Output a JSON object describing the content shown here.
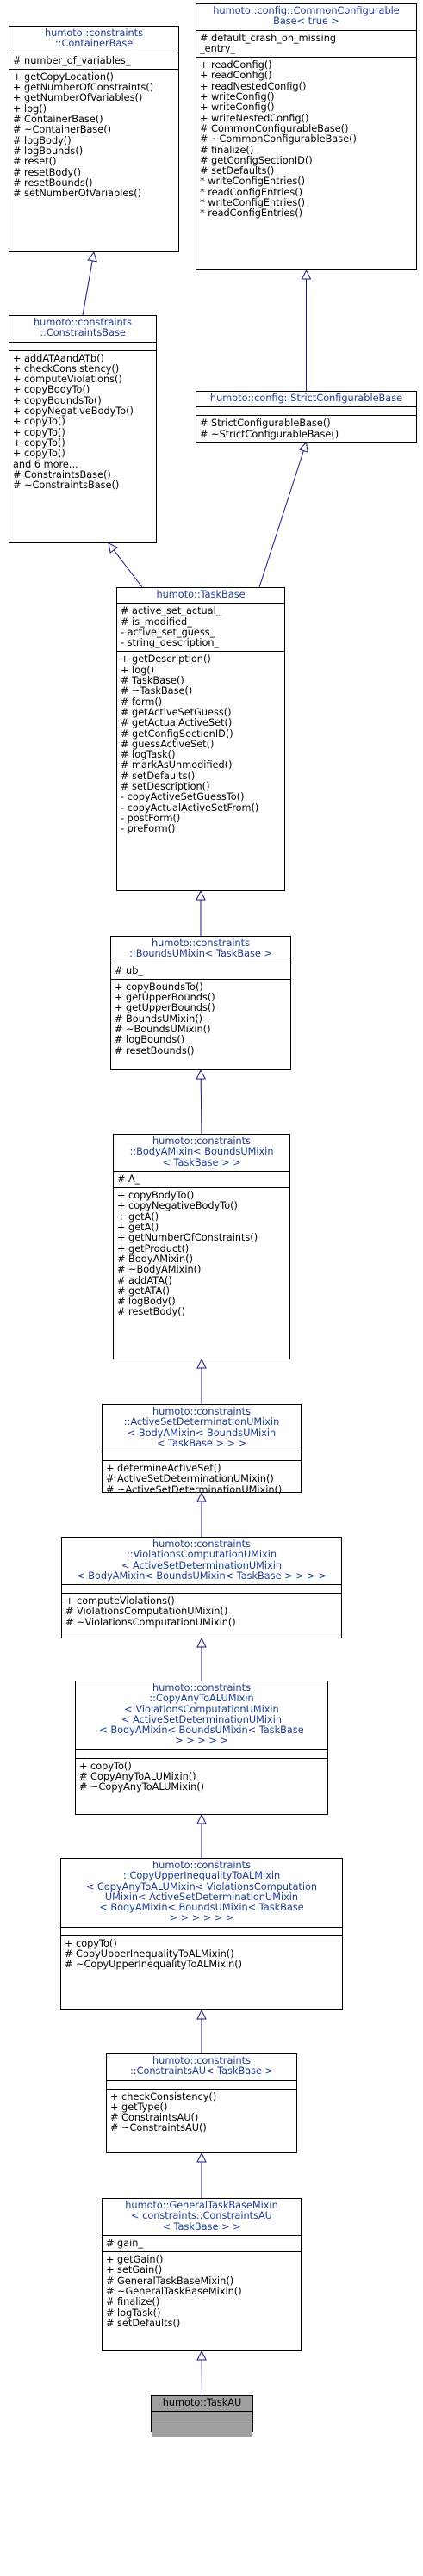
{
  "diagram": {
    "link_color": "#19198a",
    "current_fill": "#9f9f9f",
    "nodes": [
      {
        "id": "container_base",
        "title": [
          "humoto::constraints",
          "::ContainerBase"
        ],
        "sections": [
          [
            "# number_of_variables_"
          ],
          [
            "+ getCopyLocation()",
            "+ getNumberOfConstraints()",
            "+ getNumberOfVariables()",
            "+ log()",
            "# ContainerBase()",
            "# ~ContainerBase()",
            "# logBody()",
            "# logBounds()",
            "# reset()",
            "# resetBody()",
            "# resetBounds()",
            "# setNumberOfVariables()"
          ]
        ]
      },
      {
        "id": "common_configurable_base",
        "title": [
          "humoto::config::CommonConfigurable",
          "Base< true >"
        ],
        "sections": [
          [
            "# default_crash_on_missing",
            "_entry_"
          ],
          [
            "+ readConfig()",
            "+ readConfig()",
            "+ readNestedConfig()",
            "+ writeConfig()",
            "+ writeConfig()",
            "+ writeNestedConfig()",
            "# CommonConfigurableBase()",
            "# ~CommonConfigurableBase()",
            "# finalize()",
            "# getConfigSectionID()",
            "# setDefaults()",
            "* writeConfigEntries()",
            "* readConfigEntries()",
            "* writeConfigEntries()",
            "* readConfigEntries()"
          ]
        ]
      },
      {
        "id": "constraints_base",
        "title": [
          "humoto::constraints",
          "::ConstraintsBase"
        ],
        "sections": [
          [],
          [
            "+ addATAandATb()",
            "+ checkConsistency()",
            "+ computeViolations()",
            "+ copyBodyTo()",
            "+ copyBoundsTo()",
            "+ copyNegativeBodyTo()",
            "+ copyTo()",
            "+ copyTo()",
            "+ copyTo()",
            "+ copyTo()",
            "and 6 more...",
            "# ConstraintsBase()",
            "# ~ConstraintsBase()"
          ]
        ]
      },
      {
        "id": "strict_configurable_base",
        "title": [
          "humoto::config::StrictConfigurableBase"
        ],
        "sections": [
          [],
          [
            "# StrictConfigurableBase()",
            "# ~StrictConfigurableBase()"
          ]
        ]
      },
      {
        "id": "task_base",
        "title": [
          "humoto::TaskBase"
        ],
        "sections": [
          [
            "# active_set_actual_",
            "# is_modified_",
            "- active_set_guess_",
            "- string_description_"
          ],
          [
            "+ getDescription()",
            "+ log()",
            "# TaskBase()",
            "# ~TaskBase()",
            "# form()",
            "# getActiveSetGuess()",
            "# getActualActiveSet()",
            "# getConfigSectionID()",
            "# guessActiveSet()",
            "# logTask()",
            "# markAsUnmodified()",
            "# setDefaults()",
            "# setDescription()",
            "- copyActiveSetGuessTo()",
            "- copyActualActiveSetFrom()",
            "- postForm()",
            "- preForm()"
          ]
        ]
      },
      {
        "id": "bounds_mixin",
        "title": [
          "humoto::constraints",
          "::BoundsUMixin< TaskBase >"
        ],
        "sections": [
          [
            "# ub_"
          ],
          [
            "+ copyBoundsTo()",
            "+ getUpperBounds()",
            "+ getUpperBounds()",
            "# BoundsUMixin()",
            "# ~BoundsUMixin()",
            "# logBounds()",
            "# resetBounds()"
          ]
        ]
      },
      {
        "id": "body_mixin",
        "title": [
          "humoto::constraints",
          "::BodyAMixin< BoundsUMixin",
          "< TaskBase > >"
        ],
        "sections": [
          [
            "# A_"
          ],
          [
            "+ copyBodyTo()",
            "+ copyNegativeBodyTo()",
            "+ getA()",
            "+ getA()",
            "+ getNumberOfConstraints()",
            "+ getProduct()",
            "# BodyAMixin()",
            "# ~BodyAMixin()",
            "# addATA()",
            "# getATA()",
            "# logBody()",
            "# resetBody()"
          ]
        ]
      },
      {
        "id": "active_set_mixin",
        "title": [
          "humoto::constraints",
          "::ActiveSetDeterminationUMixin",
          "< BodyAMixin< BoundsUMixin",
          "< TaskBase > > >"
        ],
        "sections": [
          [],
          [
            "+ determineActiveSet()",
            "# ActiveSetDeterminationUMixin()",
            "# ~ActiveSetDeterminationUMixin()"
          ]
        ]
      },
      {
        "id": "violations_mixin",
        "title": [
          "humoto::constraints",
          "::ViolationsComputationUMixin",
          "< ActiveSetDeterminationUMixin",
          "< BodyAMixin< BoundsUMixin< TaskBase > > > >"
        ],
        "sections": [
          [],
          [
            "+ computeViolations()",
            "# ViolationsComputationUMixin()",
            "# ~ViolationsComputationUMixin()"
          ]
        ]
      },
      {
        "id": "copy_any_mixin",
        "title": [
          "humoto::constraints",
          "::CopyAnyToALUMixin",
          "< ViolationsComputationUMixin",
          "< ActiveSetDeterminationUMixin",
          "< BodyAMixin< BoundsUMixin< TaskBase",
          "> > > > >"
        ],
        "sections": [
          [],
          [
            "+ copyTo()",
            "# CopyAnyToALUMixin()",
            "# ~CopyAnyToALUMixin()"
          ]
        ]
      },
      {
        "id": "copy_upper_mixin",
        "title": [
          "humoto::constraints",
          "::CopyUpperInequalityToALMixin",
          "< CopyAnyToALUMixin< ViolationsComputation",
          "UMixin< ActiveSetDeterminationUMixin",
          "< BodyAMixin< BoundsUMixin< TaskBase",
          "> > > > > >"
        ],
        "sections": [
          [],
          [
            "+ copyTo()",
            "# CopyUpperInequalityToALMixin()",
            "# ~CopyUpperInequalityToALMixin()"
          ]
        ]
      },
      {
        "id": "constraints_au",
        "title": [
          "humoto::constraints",
          "::ConstraintsAU< TaskBase >"
        ],
        "sections": [
          [],
          [
            "+ checkConsistency()",
            "+ getType()",
            "# ConstraintsAU()",
            "# ~ConstraintsAU()"
          ]
        ]
      },
      {
        "id": "general_task_base_mixin",
        "title": [
          "humoto::GeneralTaskBaseMixin",
          "< constraints::ConstraintsAU",
          "< TaskBase > >"
        ],
        "sections": [
          [
            "# gain_"
          ],
          [
            "+ getGain()",
            "+ setGain()",
            "# GeneralTaskBaseMixin()",
            "# ~GeneralTaskBaseMixin()",
            "# finalize()",
            "# logTask()",
            "# setDefaults()"
          ]
        ]
      },
      {
        "id": "task_au",
        "title": [
          "humoto::TaskAU"
        ],
        "current": true,
        "sections": [
          [],
          []
        ]
      }
    ]
  }
}
